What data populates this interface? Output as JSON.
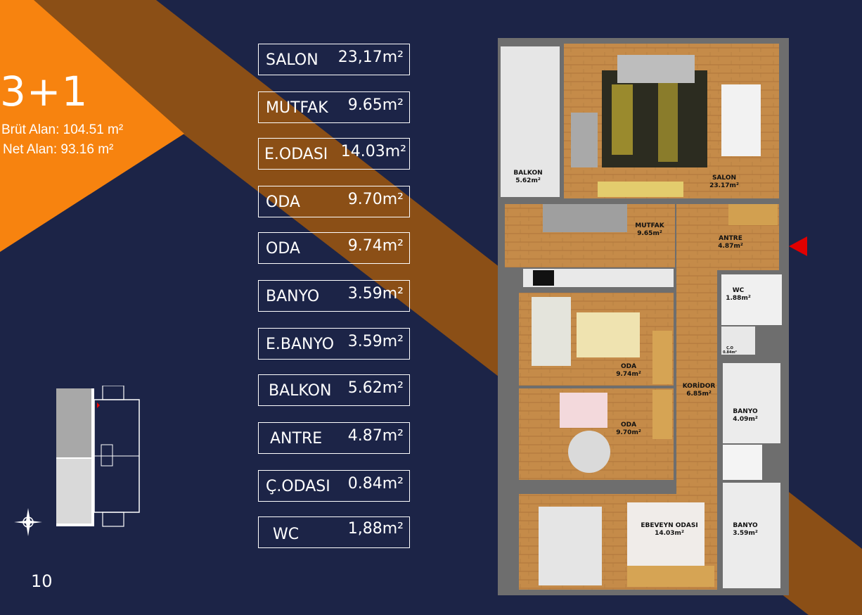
{
  "header": {
    "type": "3+1",
    "gross_area": "Brüt Alan: 104.51 m²",
    "net_area": "Net Alan: 93.16 m²"
  },
  "colors": {
    "background": "#1c2447",
    "orange": "#f7830f",
    "brown_band": "#8b4f16"
  },
  "rooms": [
    {
      "name": "SALON",
      "area": "23,17m²"
    },
    {
      "name": "MUTFAK",
      "area": "9.65m²"
    },
    {
      "name": "E.ODASI",
      "area": "14.03m²"
    },
    {
      "name": "ODA",
      "area": "9.70m²"
    },
    {
      "name": "ODA",
      "area": "9.74m²"
    },
    {
      "name": "BANYO",
      "area": "3.59m²"
    },
    {
      "name": "E.BANYO",
      "area": "3.59m²"
    },
    {
      "name": "BALKON",
      "area": "5.62m²"
    },
    {
      "name": "ANTRE",
      "area": "4.87m²"
    },
    {
      "name": "Ç.ODASI",
      "area": "0.84m²"
    },
    {
      "name": "WC",
      "area": "1,88m²"
    }
  ],
  "plan_labels": {
    "balkon": {
      "name": "BALKON",
      "area": "5.62m²"
    },
    "salon": {
      "name": "SALON",
      "area": "23.17m²"
    },
    "mutfak": {
      "name": "MUTFAK",
      "area": "9.65m²"
    },
    "antre": {
      "name": "ANTRE",
      "area": "4.87m²"
    },
    "wc": {
      "name": "WC",
      "area": "1.88m²"
    },
    "codasi": {
      "name": "Ç.O",
      "area": "0.84m²"
    },
    "oda1": {
      "name": "ODA",
      "area": "9.74m²"
    },
    "oda2": {
      "name": "ODA",
      "area": "9.70m²"
    },
    "koridor": {
      "name": "KORİDOR",
      "area": "6.85m²"
    },
    "banyo1": {
      "name": "BANYO",
      "area": "4.09m²"
    },
    "ebeveyn": {
      "name": "EBEVEYN ODASI",
      "area": "14.03m²"
    },
    "banyo2": {
      "name": "BANYO",
      "area": "3.59m²"
    }
  },
  "page_number": "10"
}
